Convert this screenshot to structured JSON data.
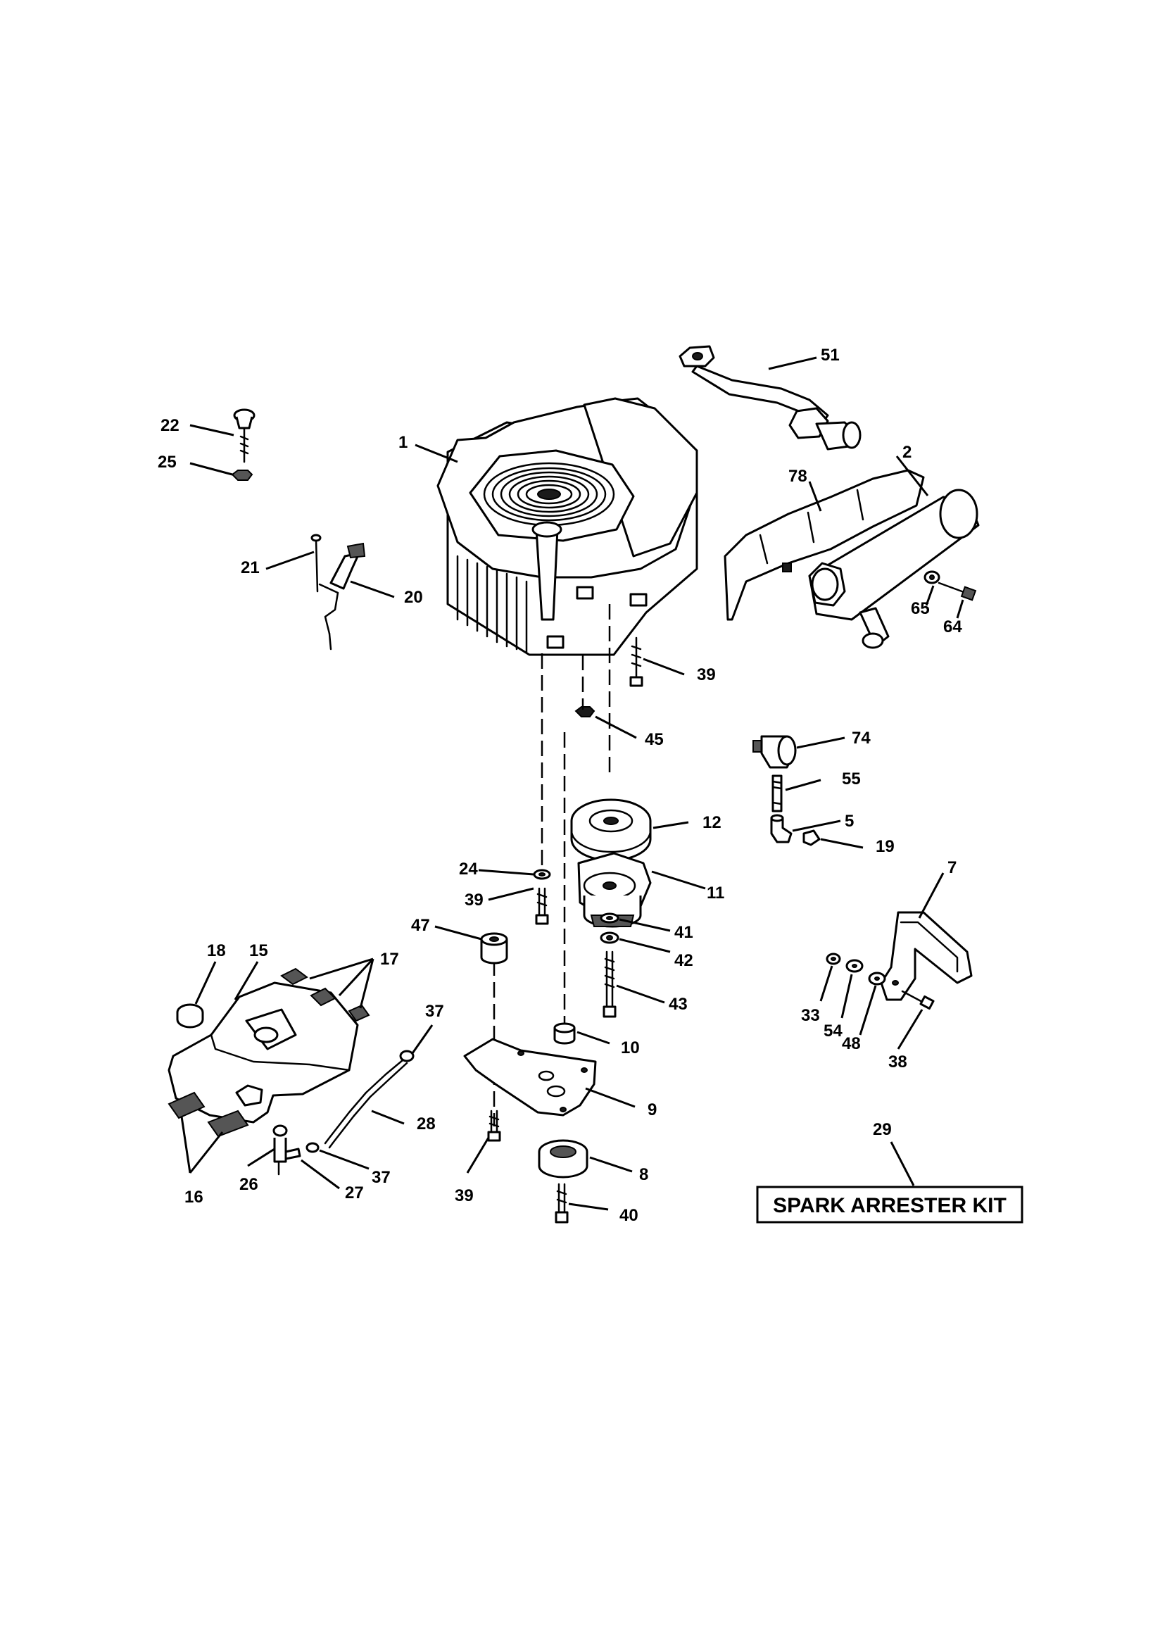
{
  "callouts": {
    "c1": "1",
    "c2": "2",
    "c5": "5",
    "c7": "7",
    "c8": "8",
    "c9": "9",
    "c10": "10",
    "c11": "11",
    "c12": "12",
    "c15": "15",
    "c16": "16",
    "c17": "17",
    "c18": "18",
    "c19": "19",
    "c20": "20",
    "c21": "21",
    "c22": "22",
    "c24": "24",
    "c25": "25",
    "c26": "26",
    "c27": "27",
    "c28": "28",
    "c29": "29",
    "c33": "33",
    "c37a": "37",
    "c37b": "37",
    "c38": "38",
    "c39a": "39",
    "c39b": "39",
    "c39c": "39",
    "c40": "40",
    "c41": "41",
    "c42": "42",
    "c43": "43",
    "c45": "45",
    "c47": "47",
    "c48": "48",
    "c51": "51",
    "c54": "54",
    "c55": "55",
    "c64": "64",
    "c65": "65",
    "c74": "74",
    "c78": "78"
  },
  "kit_label": "SPARK ARRESTER KIT"
}
